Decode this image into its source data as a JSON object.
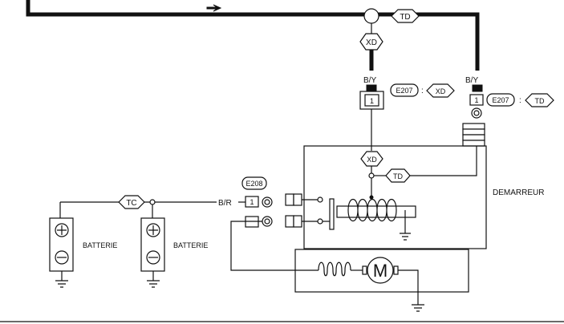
{
  "labels": {
    "xd_top": "XD",
    "td_top": "TD",
    "by_left": "B/Y",
    "by_right": "B/Y",
    "pin_left": "1",
    "pin_right": "1",
    "conn_left": "E207",
    "conn_right": "E207",
    "xd_conn": "XD",
    "td_conn": "TD",
    "sep_left": ":",
    "sep_right": ":",
    "xd_inner": "XD",
    "td_inner": "TD",
    "demarreur": "DEMARREUR",
    "e208": "E208",
    "br": "B/R",
    "pin_e208": "1",
    "tc": "TC",
    "batterie1": "BATTERIE",
    "batterie2": "BATTERIE",
    "motor": "M"
  },
  "colors": {
    "line": "#111111",
    "background": "#ffffff"
  }
}
